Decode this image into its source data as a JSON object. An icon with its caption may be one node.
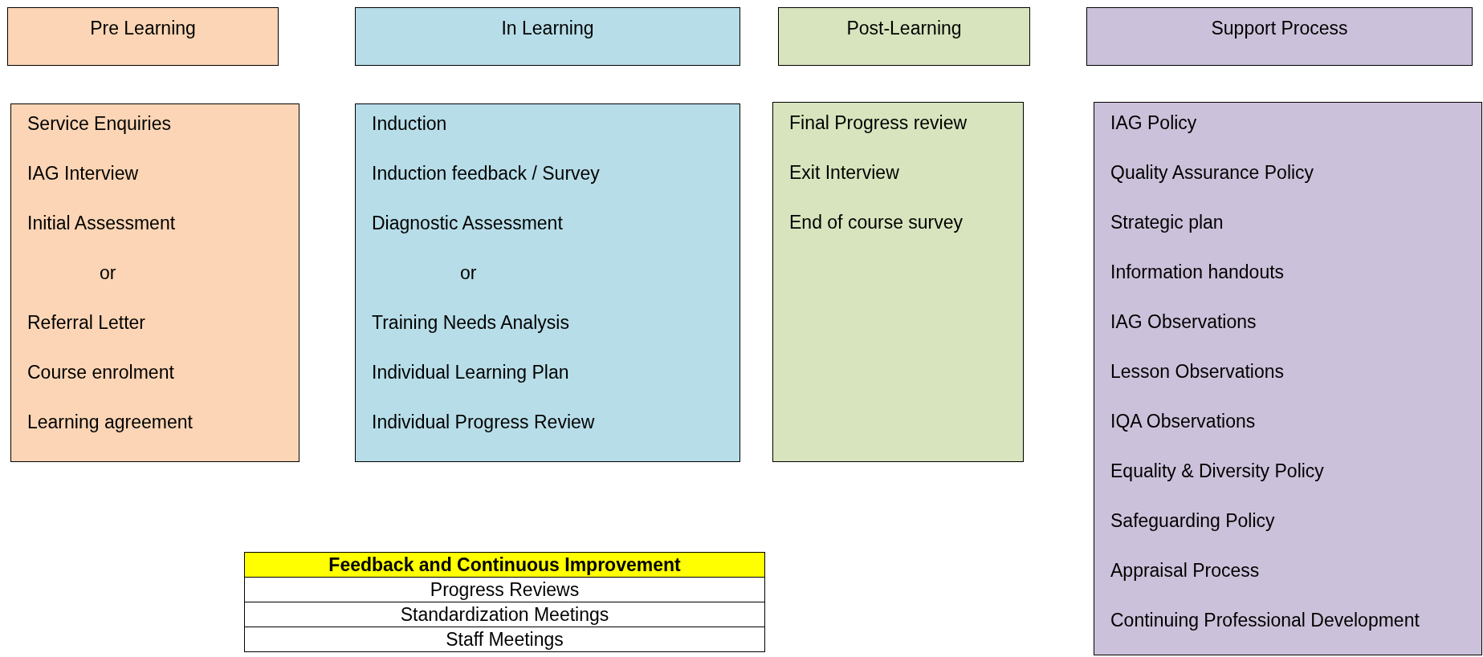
{
  "diagram": {
    "nodes": [
      {
        "text": [
          "Pre Learning"
        ]
      },
      {
        "text": [
          "In Learning"
        ]
      },
      {
        "text": [
          "Post-Learning"
        ]
      },
      {
        "text": [
          "Support Process"
        ]
      },
      {
        "text": [
          "Service Enquiries",
          "IAG Interview",
          "Initial Assessment",
          "or",
          "Referral Letter",
          "Course enrolment",
          "Learning agreement"
        ]
      },
      {
        "text": [
          "Induction",
          "Induction feedback / Survey",
          "Diagnostic Assessment",
          "or",
          "Training Needs Analysis",
          "Individual Learning Plan",
          "Individual Progress Review"
        ]
      },
      {
        "text": [
          "Final Progress review",
          "Exit Interview",
          "End of course survey"
        ]
      },
      {
        "text": [
          "IAG Policy",
          "Quality Assurance Policy",
          "Strategic plan",
          "Information handouts",
          "IAG Observations",
          "Lesson Observations",
          "IQA Observations",
          "Equality & Diversity Policy",
          "Safeguarding Policy",
          "Appraisal Process",
          "Continuing Professional Development"
        ]
      }
    ],
    "edges": [],
    "labels": [
      "Feedback and Continuous Improvement",
      "Progress Reviews",
      "Standardization Meetings",
      "Staff Meetings"
    ]
  }
}
